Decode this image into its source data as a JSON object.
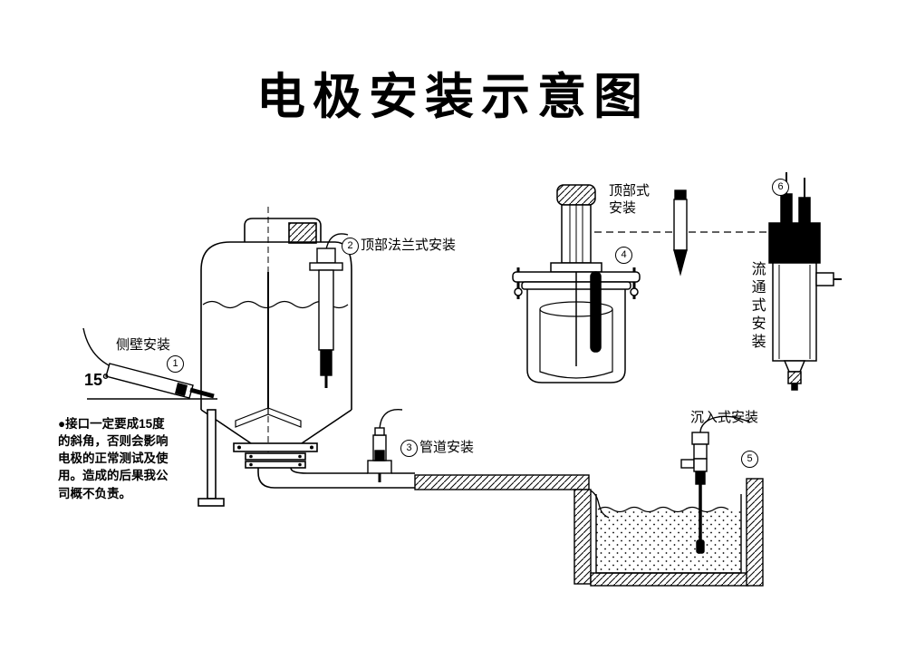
{
  "title": "电极安装示意图",
  "annotations": {
    "side_wall": {
      "num": "1",
      "label": "侧壁安装",
      "angle": "15°"
    },
    "top_flange": {
      "num": "2",
      "label": "顶部法兰式安装"
    },
    "pipeline": {
      "num": "3",
      "label": "管道安装"
    },
    "top_mount": {
      "num": "4",
      "label_line1": "顶部式",
      "label_line2": "安装"
    },
    "immersion": {
      "num": "5",
      "label": "沉入式安装"
    },
    "flow_through": {
      "num": "6",
      "label": "流通式安装"
    }
  },
  "note": {
    "line1": "●接口一定要成15度",
    "line2": "的斜角，否则会影响",
    "line3": "电极的正常测试及使",
    "line4": "用。造成的后果我公",
    "line5": "司概不负责。"
  },
  "colors": {
    "ink": "#000000",
    "background": "#ffffff"
  }
}
